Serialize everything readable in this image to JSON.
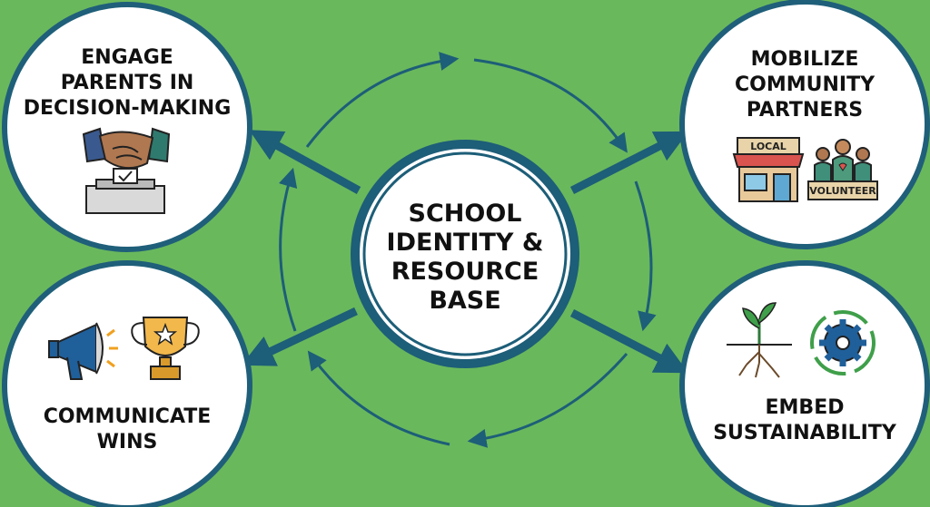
{
  "center": {
    "lines": [
      "SCHOOL",
      "IDENTITY &",
      "RESOURCE",
      "BASE"
    ]
  },
  "nodes": {
    "engage": {
      "lines": [
        "ENGAGE",
        "PARENTS IN",
        "DECISION-MAKING"
      ],
      "icons": [
        "handshake-icon",
        "ballot-box-icon"
      ]
    },
    "mobilize": {
      "lines": [
        "MOBILIZE",
        "COMMUNITY",
        "PARTNERS"
      ],
      "icons": [
        "storefront-icon",
        "volunteers-icon"
      ],
      "store_sign": "LOCAL",
      "volunteer_sign": "VOLUNTEER"
    },
    "communicate": {
      "lines": [
        "COMMUNICATE",
        "WINS"
      ],
      "icons": [
        "megaphone-icon",
        "trophy-icon"
      ]
    },
    "embed": {
      "lines": [
        "EMBED",
        "SUSTAINABILITY"
      ],
      "icons": [
        "sprout-roots-icon",
        "gear-cycle-icon"
      ]
    }
  },
  "colors": {
    "background": "#6ab85c",
    "ring": "#1d5e78",
    "node_border": "#1f5f7a",
    "text": "#111111"
  }
}
